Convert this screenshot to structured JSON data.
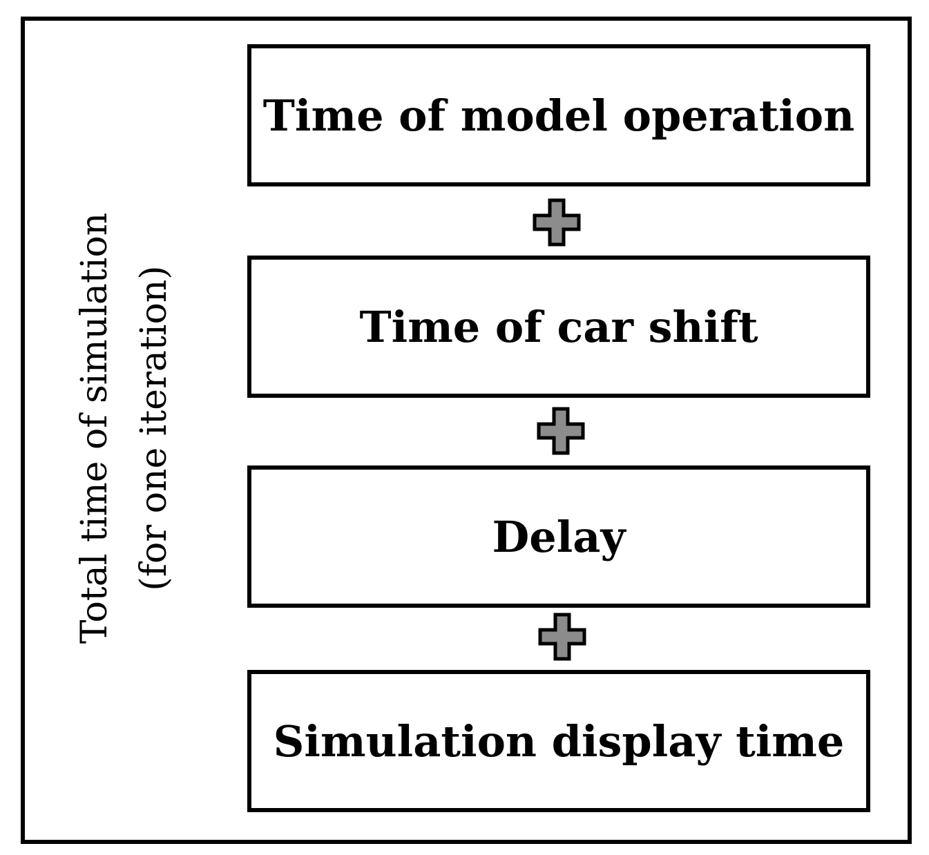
{
  "side_label": {
    "line1": "Total time of simulation",
    "line2": "(for one iteration)"
  },
  "steps": [
    {
      "label": "Time of model operation"
    },
    {
      "label": "Time of car shift"
    },
    {
      "label": "Delay"
    },
    {
      "label": "Simulation display time"
    }
  ],
  "icons": {
    "connector": "plus-icon"
  },
  "colors": {
    "plus_fill": "#8c8c8c",
    "stroke": "#000000"
  }
}
